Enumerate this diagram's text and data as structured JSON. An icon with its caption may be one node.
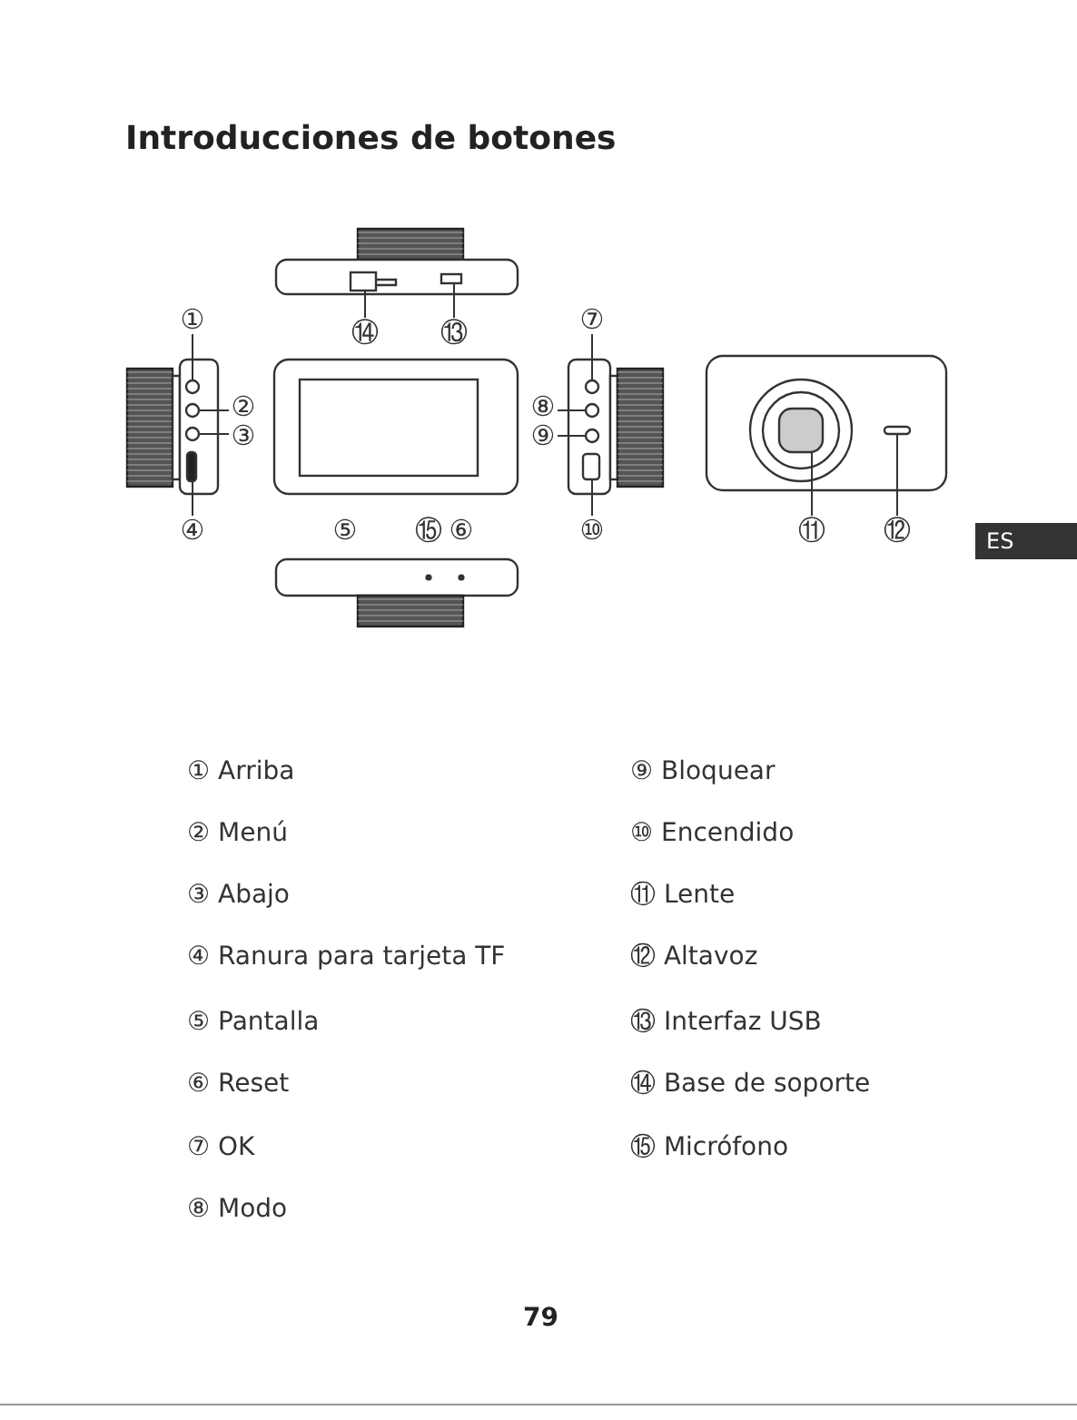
{
  "diagram": {
    "title": "Introducciones de botones",
    "nodes": [
      {
        "text": [
          "①"
        ]
      },
      {
        "text": [
          "⑦"
        ]
      },
      {
        "text": [
          "⑭"
        ]
      },
      {
        "text": [
          "⑬"
        ]
      },
      {
        "text": [
          "②"
        ]
      },
      {
        "text": [
          "⑧"
        ]
      },
      {
        "text": [
          "③"
        ]
      },
      {
        "text": [
          "⑨"
        ]
      },
      {
        "text": [
          "④"
        ]
      },
      {
        "text": [
          "⑩"
        ]
      },
      {
        "text": [
          "⑪"
        ]
      },
      {
        "text": [
          "⑫"
        ]
      },
      {
        "text": [],
        "shape": "circle"
      },
      {
        "text": [],
        "shape": "circle"
      },
      {
        "text": [],
        "shape": "box"
      },
      {
        "text": [],
        "shape": "box"
      },
      {
        "text": [],
        "shape": "circle"
      },
      {
        "text": [],
        "shape": "circle"
      },
      {
        "text": [],
        "shape": "circle"
      },
      {
        "text": [],
        "shape": "circle"
      },
      {
        "text": [],
        "shape": "box"
      },
      {
        "text": [],
        "shape": "box"
      },
      {
        "text": [],
        "shape": "box"
      },
      {
        "text": [],
        "shape": "bar"
      }
    ],
    "edges": [
      {
        "from": 0,
        "to": 12,
        "arrow": "none"
      },
      {
        "from": 1,
        "to": 13,
        "arrow": "none"
      },
      {
        "from": 2,
        "to": 14,
        "arrow": "none"
      },
      {
        "from": 3,
        "to": 15,
        "arrow": "none"
      },
      {
        "from": 4,
        "to": 16,
        "arrow": "none"
      },
      {
        "from": 5,
        "to": 17,
        "arrow": "none"
      },
      {
        "from": 6,
        "to": 18,
        "arrow": "none"
      },
      {
        "from": 7,
        "to": 19,
        "arrow": "none"
      },
      {
        "from": 8,
        "to": 20,
        "arrow": "none"
      },
      {
        "from": 9,
        "to": 21,
        "arrow": "none"
      },
      {
        "from": 10,
        "to": 22,
        "arrow": "none"
      },
      {
        "from": 11,
        "to": 23,
        "arrow": "none"
      }
    ],
    "labels": [
      "ES",
      "⑤",
      "⑮",
      "⑥",
      "① Arriba",
      "⑨ Bloquear",
      "② Menú",
      "⑩ Encendido",
      "③ Abajo",
      "⑪ Lente",
      "④ Ranura para tarjeta TF",
      "⑫ Altavoz",
      "⑤ Pantalla",
      "⑬ Interfaz USB",
      "⑥ Reset",
      "⑭ Base de soporte",
      "⑦ OK",
      "⑮ Micrófono",
      "⑧ Modo",
      "79"
    ]
  }
}
